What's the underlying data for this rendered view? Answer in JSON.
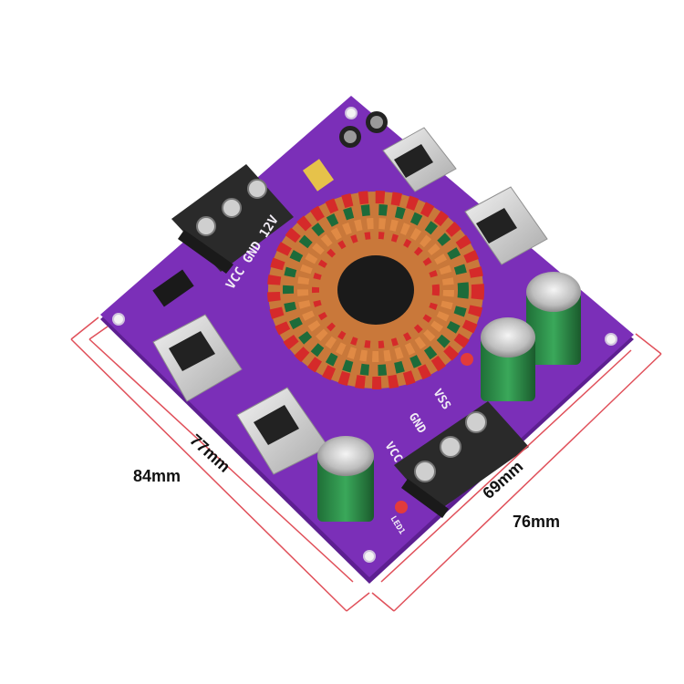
{
  "dimensions": {
    "board_length_outer": "84mm",
    "board_length_inner": "77mm",
    "board_width_inner": "69mm",
    "board_width_outer": "76mm"
  },
  "silkscreen": {
    "input_label": "VCC GND 12V",
    "output_vcc": "VCC",
    "output_gnd": "GND",
    "output_vss": "VSS",
    "led_label": "LED1"
  },
  "colors": {
    "pcb": "#7b2fb8",
    "pcb_edge": "#5d1f91",
    "dimension_line": "#e0505a",
    "terminal_block": "#2a2a2a",
    "heatsink": "#d9d9d9",
    "capacitor_body": "#2f8f4a",
    "copper": "#c9783a",
    "wire_red": "#d52a2a",
    "wire_green": "#1d6b3a"
  }
}
